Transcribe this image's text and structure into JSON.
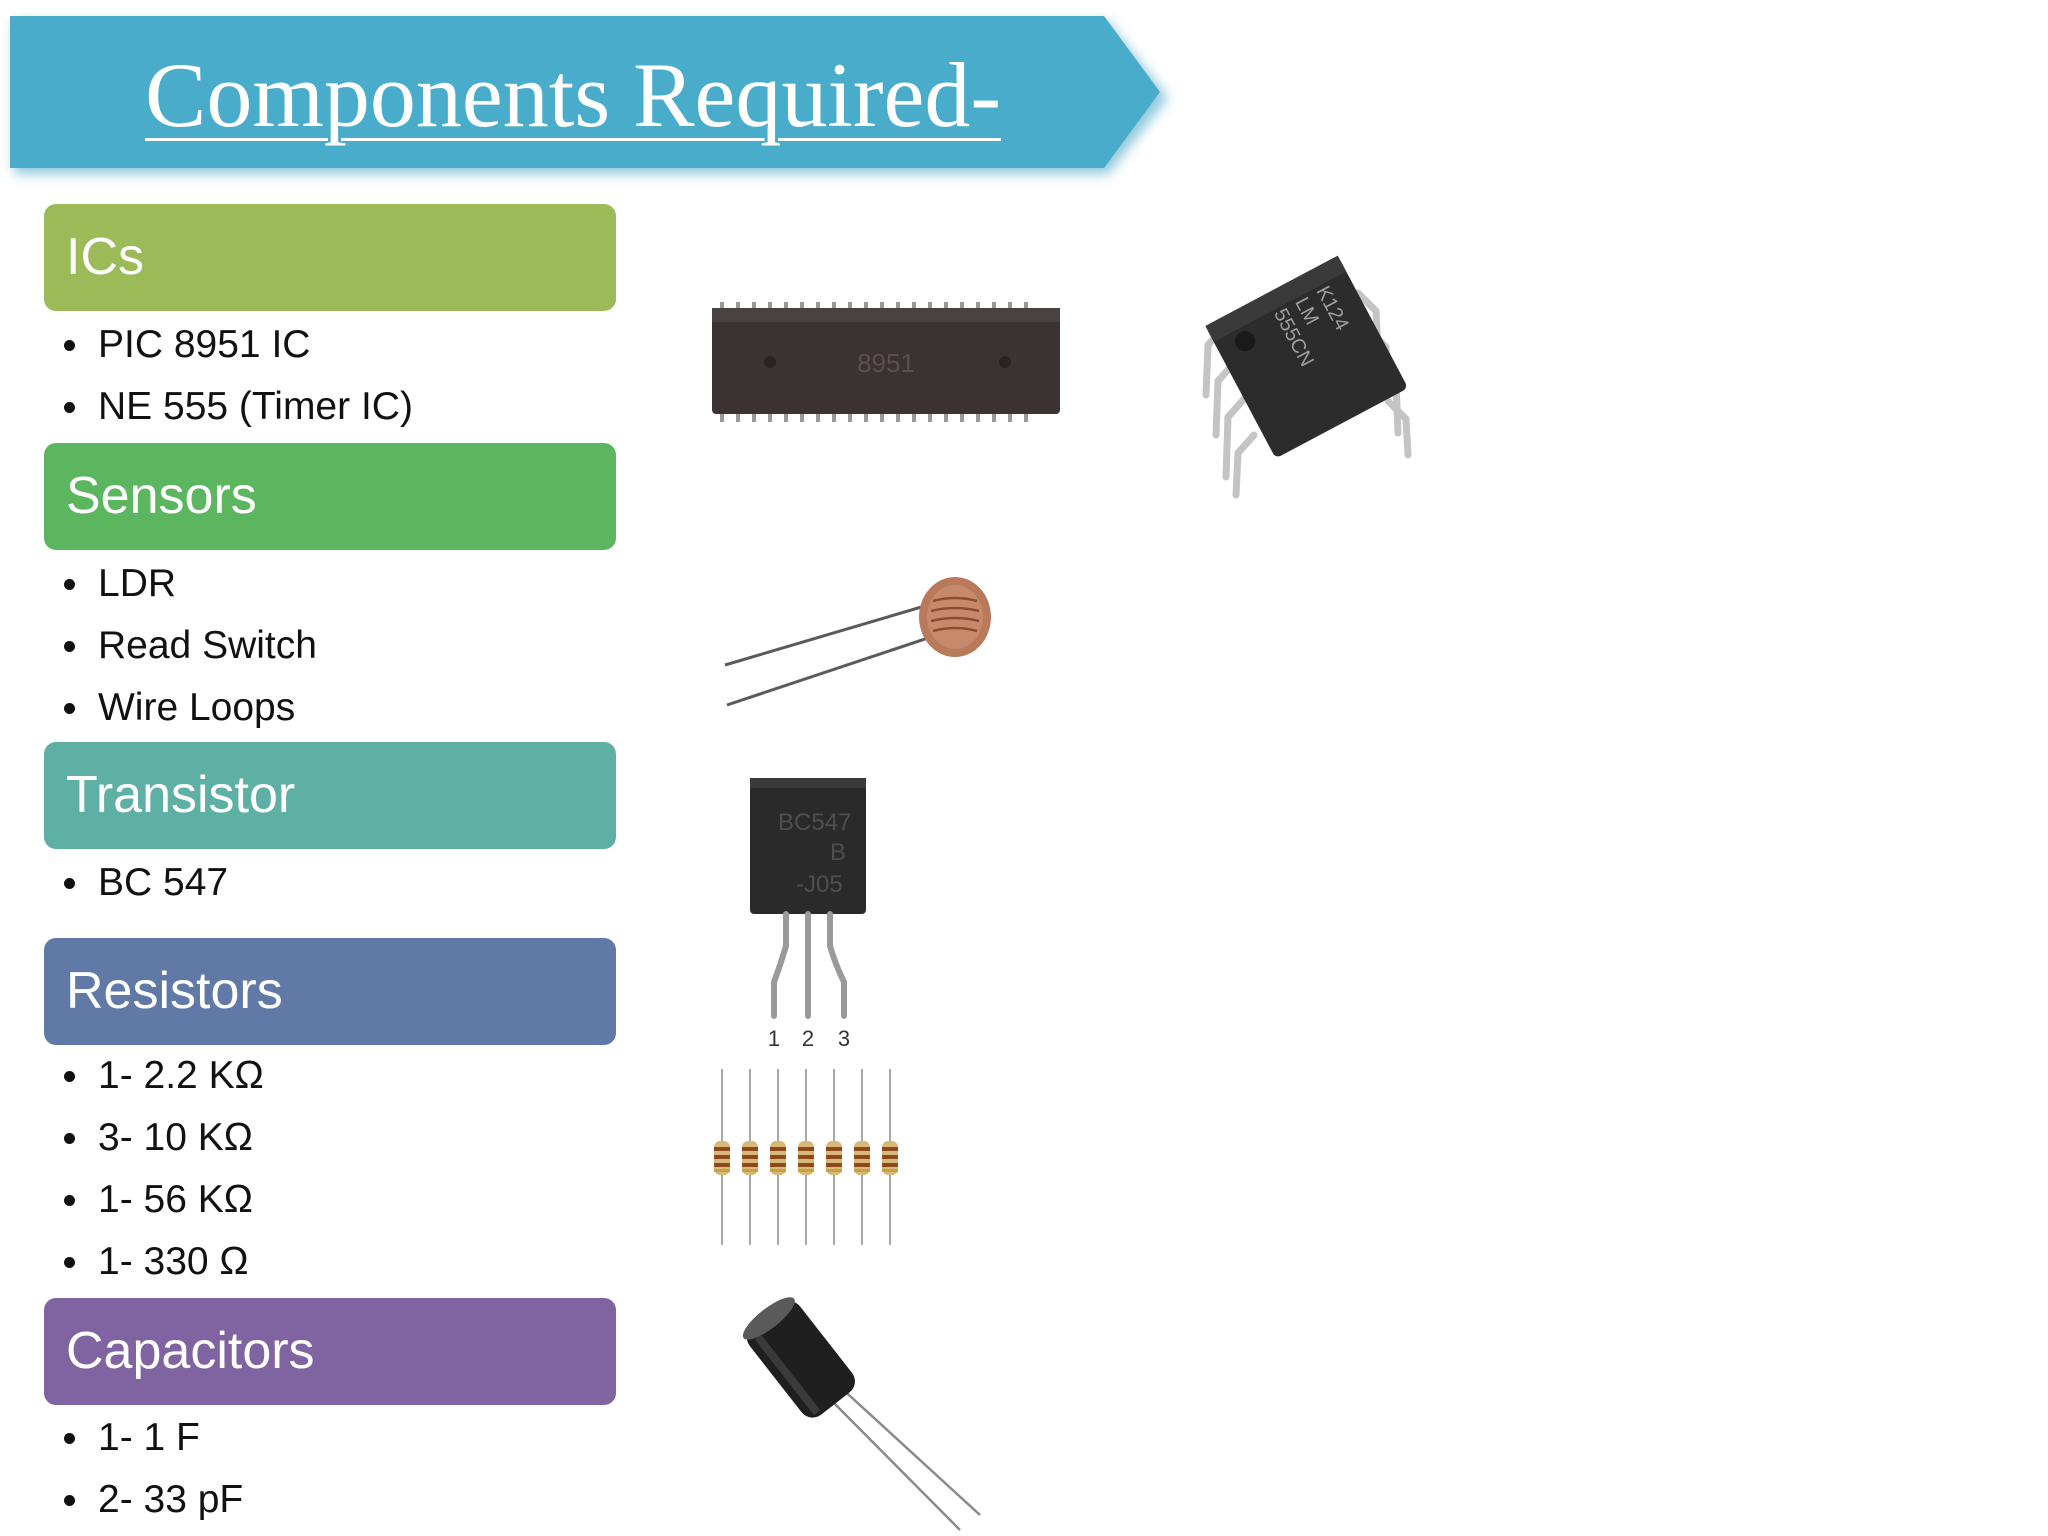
{
  "title": "Components Required-",
  "colors": {
    "banner": "#4aaccb",
    "ics": "#9bbb59",
    "sensors": "#5cb660",
    "transistor": "#5fb0a4",
    "resistors": "#6079a6",
    "capacitors": "#8064a2"
  },
  "categories": [
    {
      "label": "ICs",
      "items": [
        "PIC 8951 IC",
        "NE 555 (Timer IC)"
      ]
    },
    {
      "label": "Sensors",
      "items": [
        "LDR",
        "Read Switch",
        "Wire Loops"
      ]
    },
    {
      "label": "Transistor",
      "items": [
        "BC 547"
      ]
    },
    {
      "label": "Resistors",
      "items": [
        "1- 2.2 KΩ",
        "3- 10 KΩ",
        "1- 56 KΩ",
        "1- 330 Ω"
      ]
    },
    {
      "label": "Capacitors",
      "items": [
        "1- 1 F",
        "2- 33 pF"
      ]
    }
  ],
  "images": {
    "dip40_marking": "8951",
    "ne555_marking": [
      "K124",
      "LM",
      "555CN"
    ],
    "transistor_marking": [
      "BC547",
      "B",
      "-J05"
    ],
    "transistor_pins": [
      "1",
      "2",
      "3"
    ]
  }
}
